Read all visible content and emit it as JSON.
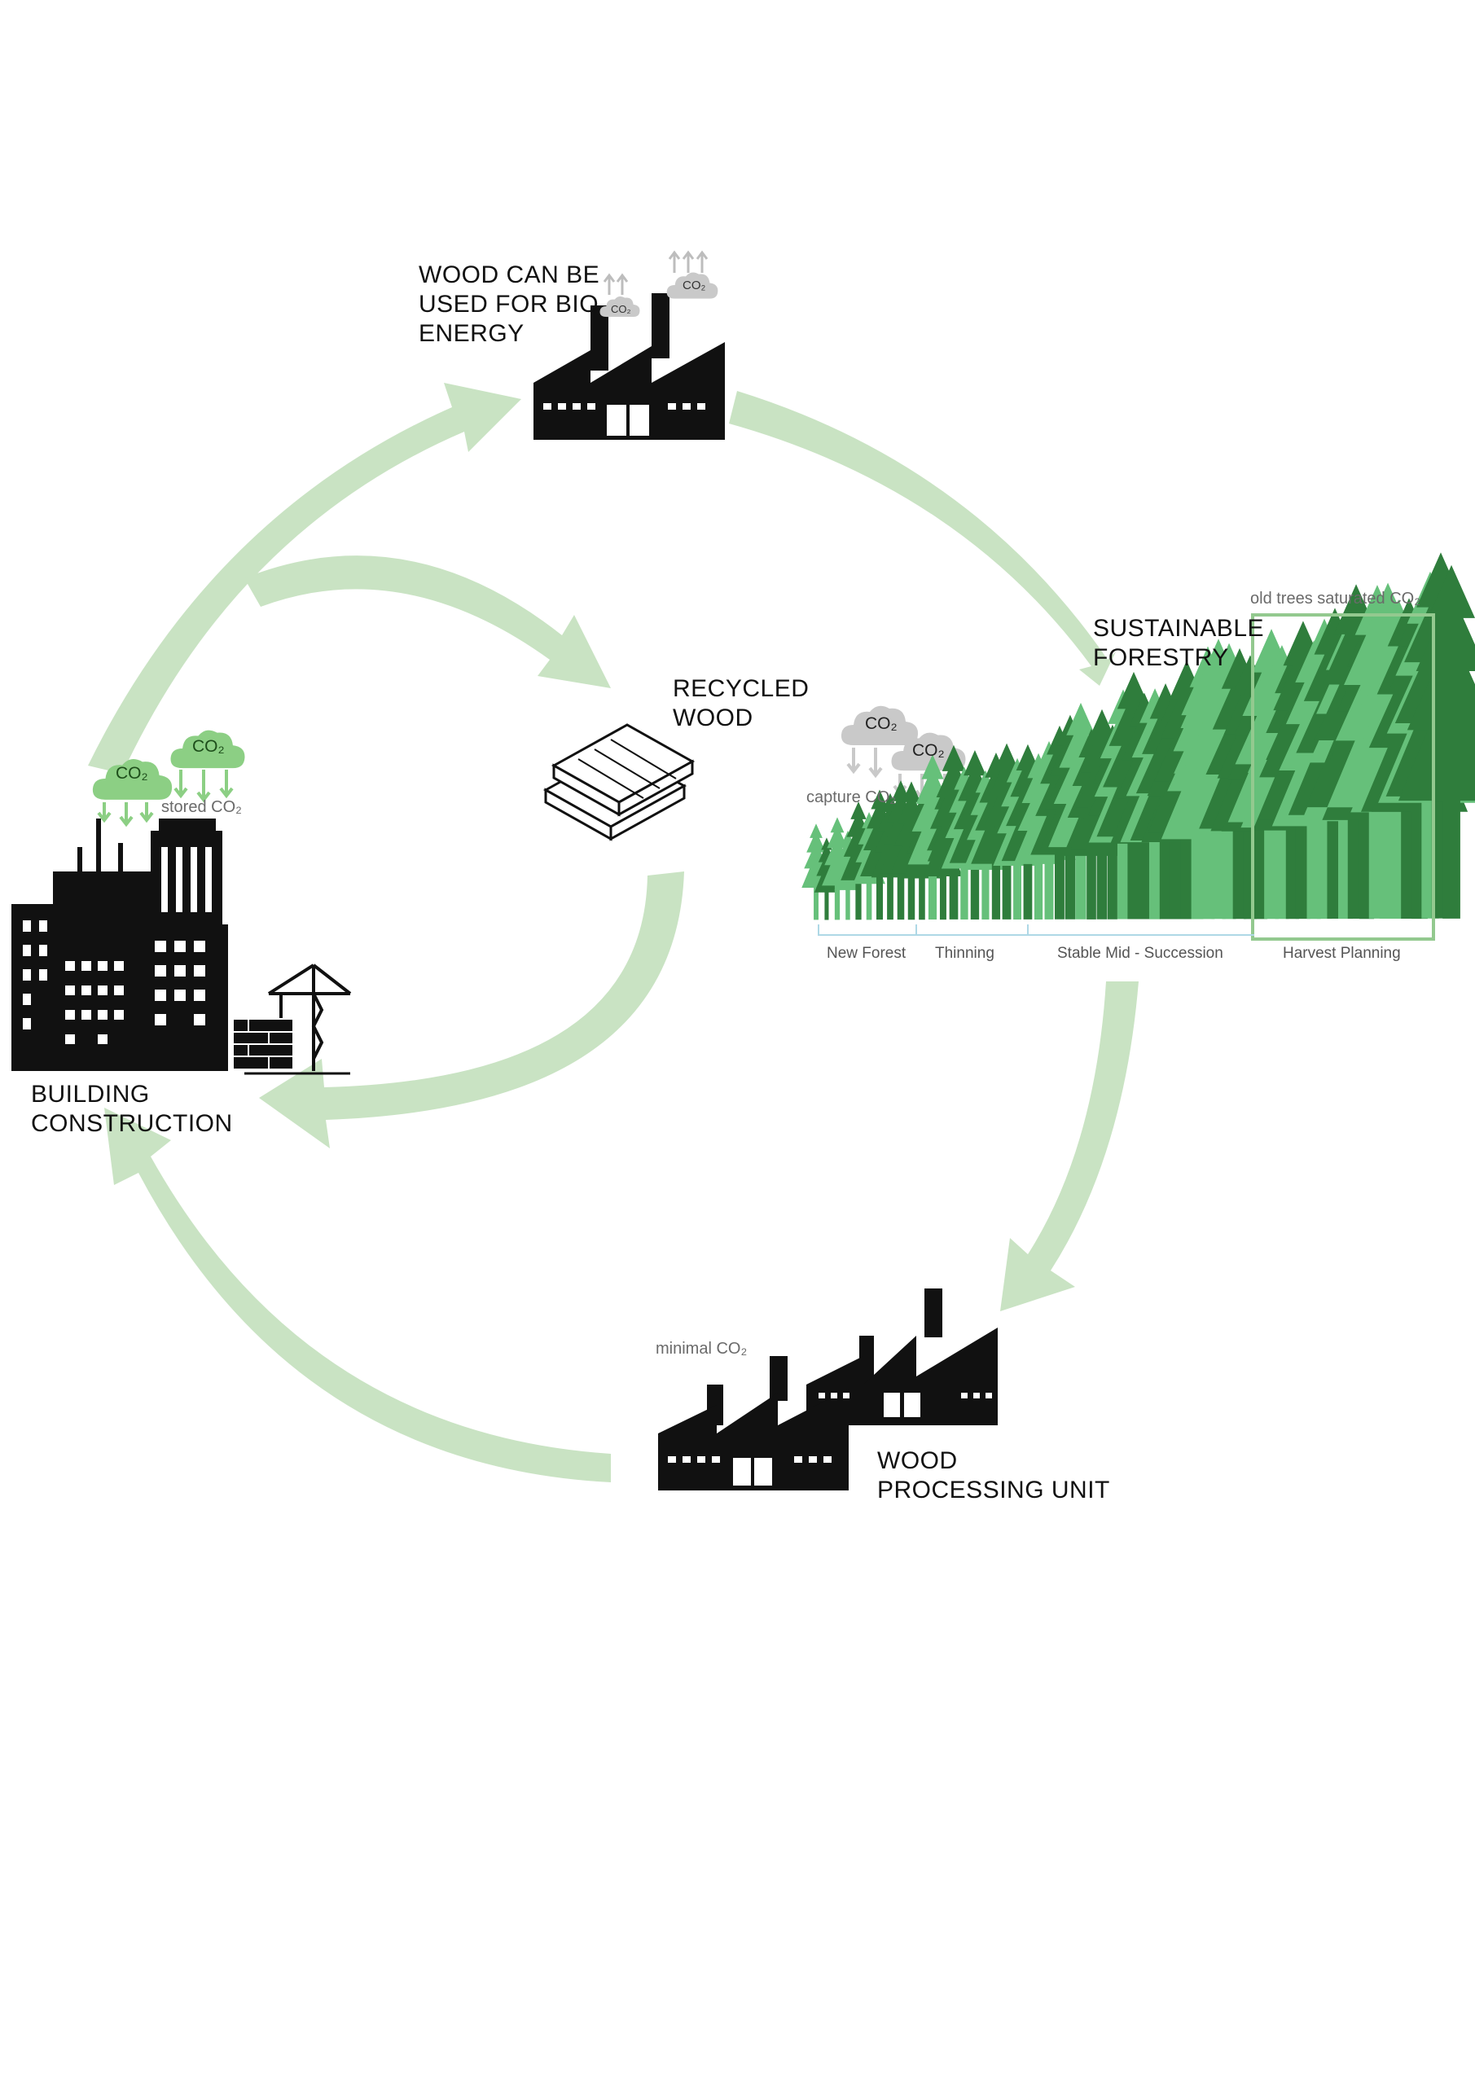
{
  "colors": {
    "cycle_arrow": "#c9e3c3",
    "tree_dark": "#2f7d3c",
    "tree_light": "#66c07a",
    "co2_cloud_green": "#8ccf84",
    "co2_cloud_grey": "#c9c9c9",
    "silhouette": "#111111",
    "harvest_frame": "#93c98f",
    "stage_line": "#aed8e6"
  },
  "nodes": {
    "bio_energy": {
      "lines": [
        "WOOD CAN BE",
        "USED FOR BIO",
        "ENERGY"
      ],
      "icon": "factory-icon"
    },
    "forestry": {
      "lines": [
        "SUSTAINABLE",
        "FORESTRY"
      ],
      "icon": "forest-icon"
    },
    "recycled": {
      "lines": [
        "RECYCLED",
        "WOOD"
      ],
      "icon": "wood-planks-icon"
    },
    "processing": {
      "lines": [
        "WOOD",
        "PROCESSING UNIT"
      ],
      "icon": "factory-icon"
    },
    "building": {
      "lines": [
        "BUILDING",
        "CONSTRUCTION"
      ],
      "icon": "city-icon"
    }
  },
  "co2_notes": {
    "stored": "stored CO₂",
    "capture": "capture CO₂",
    "saturated": "old trees saturated CO₂",
    "minimal": "minimal CO₂",
    "cloud_text": "CO₂"
  },
  "forest_stages": [
    "New Forest",
    "Thinning",
    "Stable Mid -  Succession",
    "Harvest Planning"
  ]
}
